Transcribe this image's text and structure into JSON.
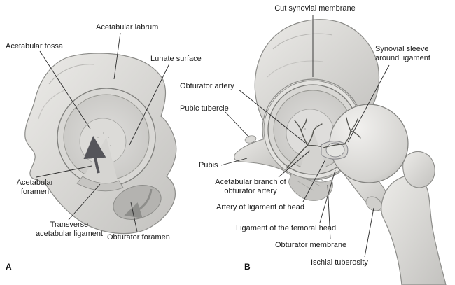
{
  "figure": {
    "panelA": {
      "tag": "A",
      "labels": {
        "labrum": "Acetabular labrum",
        "fossa": "Acetabular fossa",
        "lunate": "Lunate surface",
        "acetabular_foramen": "Acetabular foramen",
        "transverse_ligament": "Transverse acetabular ligament",
        "obturator_foramen": "Obturator foramen"
      }
    },
    "panelB": {
      "tag": "B",
      "labels": {
        "cut_synovial": "Cut synovial membrane",
        "synovial_sleeve": "Synovial sleeve around ligament",
        "obturator_artery": "Obturator artery",
        "pubic_tubercle": "Pubic tubercle",
        "pubis": "Pubis",
        "acetabular_branch": "Acetabular branch of obturator artery",
        "artery_of_ligament": "Artery of ligament of head",
        "ligament_femoral_head": "Ligament of the femoral head",
        "obturator_membrane": "Obturator membrane",
        "ischial_tuberosity": "Ischial tuberosity"
      }
    },
    "colors": {
      "background": "#ffffff",
      "bone_light": "#e9e8e5",
      "bone_dark": "#b5b4b1",
      "leader_line": "#2a2a2a",
      "text": "#1c1c1c"
    }
  }
}
